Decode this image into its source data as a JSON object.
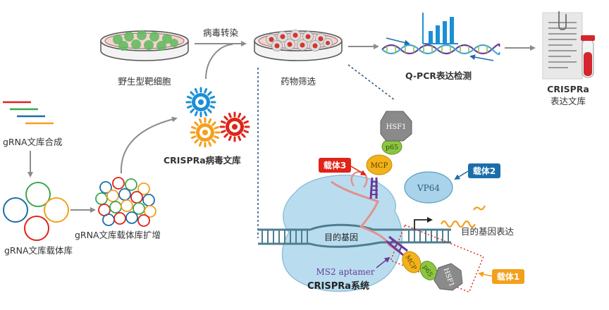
{
  "labels": {
    "wild_type_cells": "野生型靶细胞",
    "virus_transduction": "病毒转染",
    "drug_screening": "药物筛选",
    "qpcr": "Q-PCR表达检测",
    "crispra_lib_line1": "CRISPRa",
    "crispra_lib_line2": "表达文库",
    "grna_synthesis": "gRNA文库合成",
    "grna_vector_library": "gRNA文库载体库",
    "grna_vector_amplify": "gRNA文库载体库扩增",
    "crispra_virus_library": "CRISPRa病毒文库",
    "vector3": "载体3",
    "vector2": "载体2",
    "vector1": "载体1",
    "target_gene": "目的基因",
    "target_gene_expression": "目的基因表达",
    "ms2_aptamer": "MS2 aptamer",
    "crispra_system": "CRISPRa系统",
    "hsf1": "HSF1",
    "p65": "p65",
    "mcp": "MCP",
    "vp64": "VP64"
  },
  "colors": {
    "vector3_box": "#e02418",
    "vector2_box": "#1b6ea9",
    "vector1_box": "#f3a01d",
    "cas9_body": "#b9ddef",
    "vp64_fill": "#a8d3ea",
    "mcp_fill": "#f2b21a",
    "p65_fill": "#8cc63f",
    "hsf1_fill": "#8a8a8a",
    "aptamer_purple": "#6a3a98",
    "guide_rna": "#e1928c",
    "dna_teal": "#4e7d8f"
  }
}
